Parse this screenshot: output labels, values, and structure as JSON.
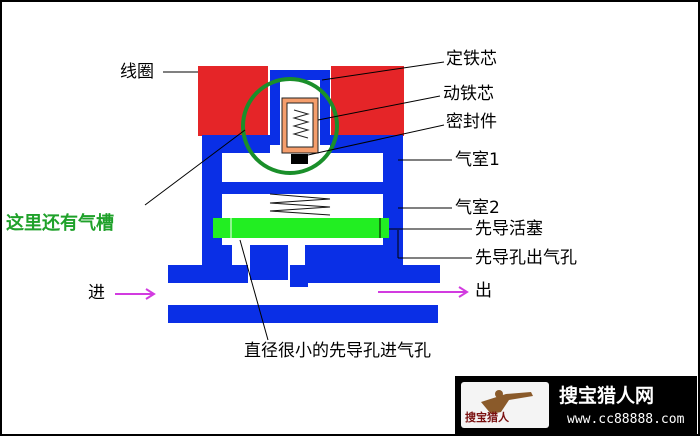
{
  "labels": {
    "coil": "线圈",
    "fixed_core": "定铁芯",
    "moving_core": "动铁芯",
    "seal": "密封件",
    "chamber1": "气室1",
    "chamber2": "气室2",
    "pilot_piston": "先导活塞",
    "pilot_outlet": "先导孔出气孔",
    "inlet": "进",
    "outlet": "出",
    "pilot_inlet": "直径很小的先导孔进气孔"
  },
  "note": "这里还有气槽",
  "watermark": {
    "logo_text": "搜宝猎人",
    "title": "搜宝猎人网",
    "url": "www.cc88888.com"
  },
  "colors": {
    "body_blue": "#0a2fe6",
    "coil_red": "#e52528",
    "core_orange": "#f59e6c",
    "piston_green": "#22ee22",
    "highlight_green": "#1a8f2a",
    "arrow_magenta": "#d23be0"
  }
}
